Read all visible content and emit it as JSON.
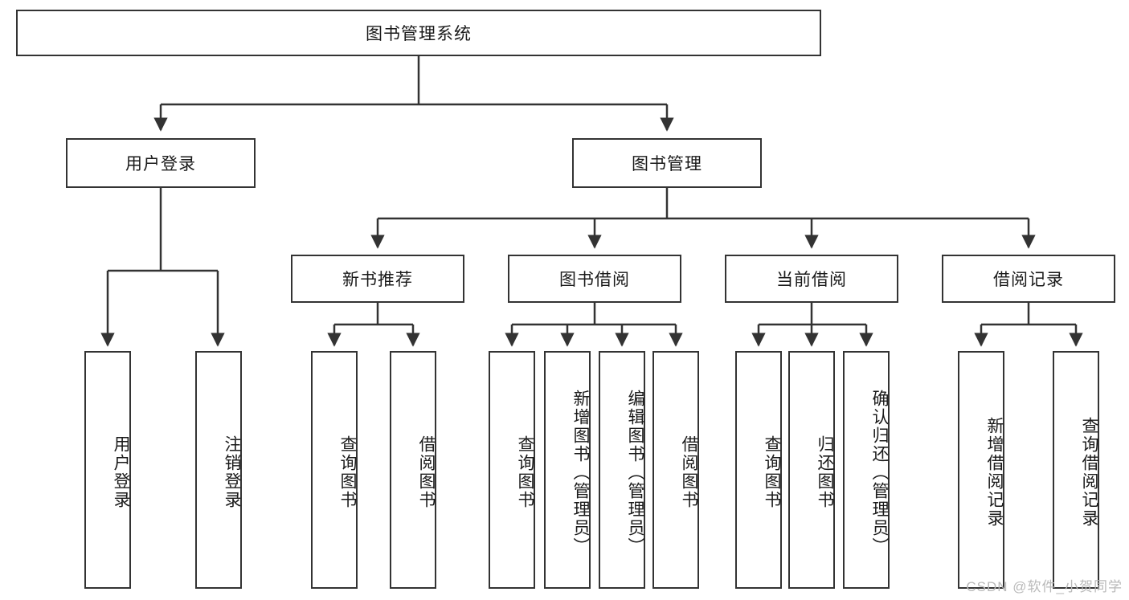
{
  "diagram": {
    "title": "图书管理系统",
    "type": "tree",
    "root": {
      "id": "root",
      "label": "图书管理系统"
    },
    "level2": [
      {
        "id": "user-login",
        "label": "用户登录"
      },
      {
        "id": "book-management",
        "label": "图书管理"
      }
    ],
    "level3": [
      {
        "id": "new-book-recommend",
        "label": "新书推荐",
        "parent": "book-management"
      },
      {
        "id": "book-borrow",
        "label": "图书借阅",
        "parent": "book-management"
      },
      {
        "id": "current-borrow",
        "label": "当前借阅",
        "parent": "book-management"
      },
      {
        "id": "borrow-record",
        "label": "借阅记录",
        "parent": "book-management"
      }
    ],
    "leaves": [
      {
        "id": "leaf-user-login",
        "label": "用户登录",
        "parent": "user-login"
      },
      {
        "id": "leaf-logout-login",
        "label": "注销登录",
        "parent": "user-login"
      },
      {
        "id": "leaf-query-book-1",
        "label": "查询图书",
        "parent": "new-book-recommend"
      },
      {
        "id": "leaf-borrow-book-1",
        "label": "借阅图书",
        "parent": "new-book-recommend"
      },
      {
        "id": "leaf-query-book-2",
        "label": "查询图书",
        "parent": "book-borrow"
      },
      {
        "id": "leaf-add-book",
        "label": "新增图书（管理员）",
        "parent": "book-borrow"
      },
      {
        "id": "leaf-edit-book",
        "label": "编辑图书（管理员）",
        "parent": "book-borrow"
      },
      {
        "id": "leaf-borrow-book-2",
        "label": "借阅图书",
        "parent": "book-borrow"
      },
      {
        "id": "leaf-query-book-3",
        "label": "查询图书",
        "parent": "current-borrow"
      },
      {
        "id": "leaf-return-book",
        "label": "归还图书",
        "parent": "current-borrow"
      },
      {
        "id": "leaf-confirm-return",
        "label": "确认归还（管理员）",
        "parent": "current-borrow"
      },
      {
        "id": "leaf-add-record",
        "label": "新增借阅记录",
        "parent": "borrow-record"
      },
      {
        "id": "leaf-query-record",
        "label": "查询借阅记录",
        "parent": "borrow-record"
      }
    ]
  },
  "watermark": {
    "text": "CSDN @软件_小贺同学"
  },
  "colors": {
    "stroke": "#333333",
    "box_fill": "#ffffff",
    "text": "#1a1a1a",
    "watermark": "#b9b9b9"
  }
}
